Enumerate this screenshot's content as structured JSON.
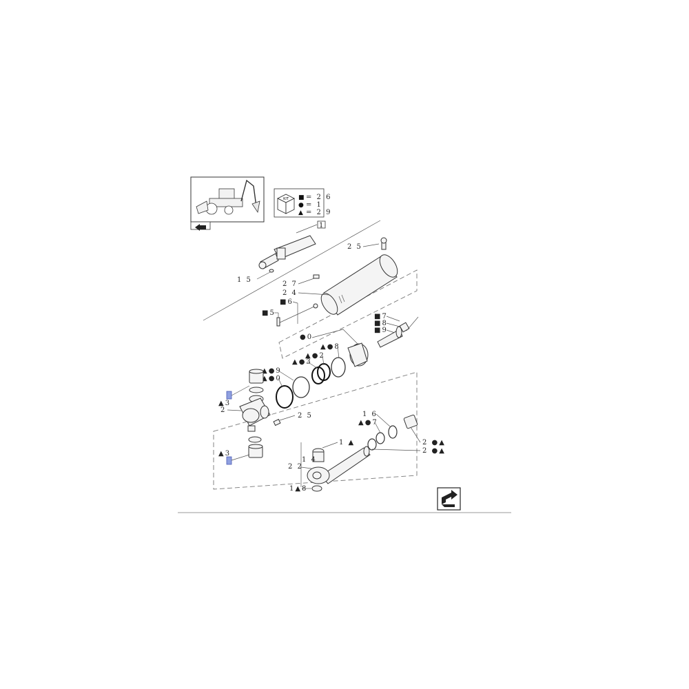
{
  "kit_legend": {
    "box_text": "KIT",
    "lines": [
      {
        "symbol": "■",
        "text": "= 2 6"
      },
      {
        "symbol": "●",
        "text": "= 1"
      },
      {
        "symbol": "▲",
        "text": "= 2 9"
      }
    ]
  },
  "callouts": {
    "c1": "1",
    "c15": "1 5",
    "c25a": "2 5",
    "c27": "2 7",
    "c24": "2 4",
    "c6": "■6",
    "c5": "■5",
    "c7": "■7",
    "c8": "■8",
    "c9": "■9",
    "c10": "●0",
    "c11": "▲●8",
    "c12": "▲●2",
    "c13": "▲●3",
    "c14": "▲●9",
    "c16": "▲●0",
    "c17": "▲3",
    "c18": "2",
    "c25b": "2 5",
    "c19": "1 6",
    "c20": "▲●7",
    "c21": "1 ▲",
    "c22": "2 ●▲",
    "c23": "2 ●▲",
    "c26": "1 4",
    "c28": "2 2",
    "c29": "▲3",
    "c30": "1▲8"
  },
  "colors": {
    "highlight": "#8fa0e0",
    "ink": "#222222"
  }
}
